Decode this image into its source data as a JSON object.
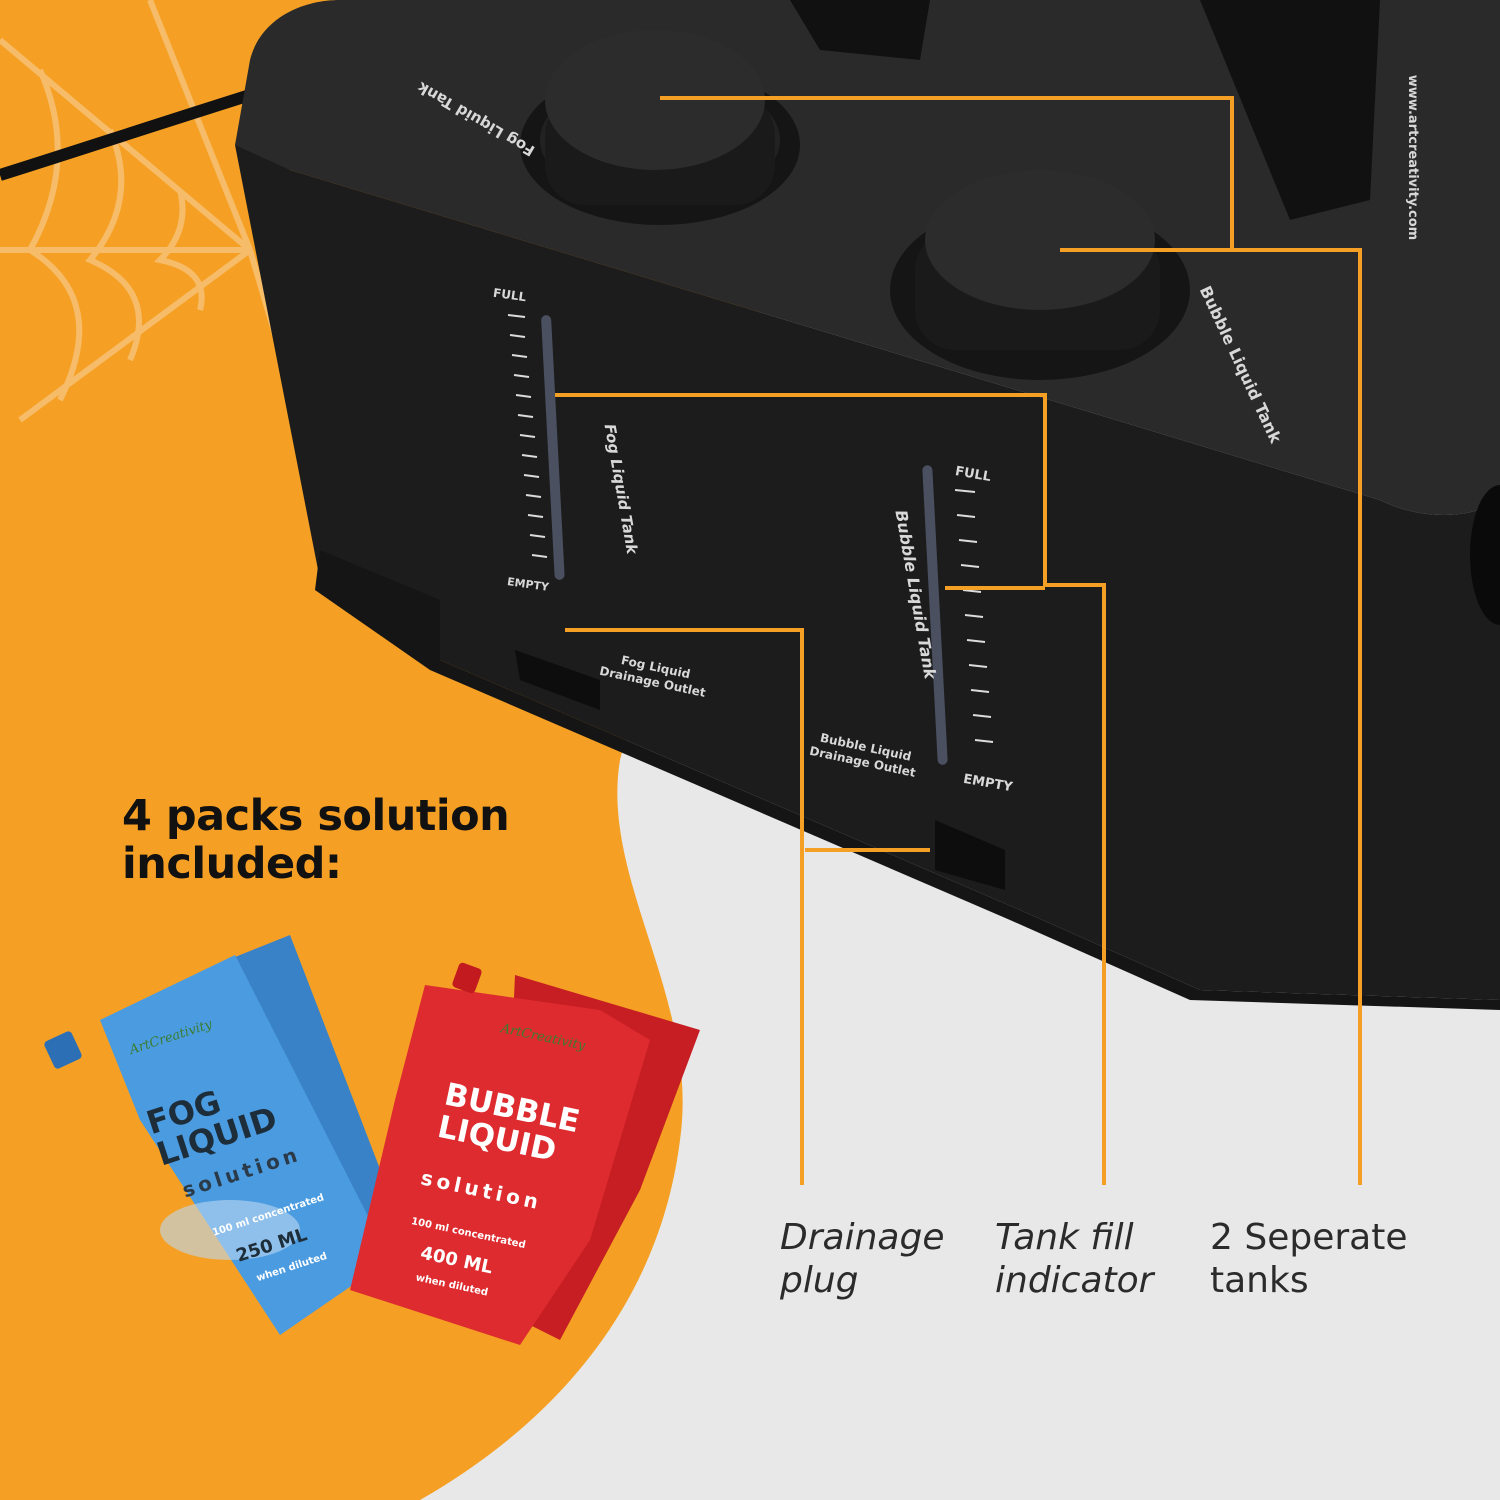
{
  "heading": "4 packs solution included:",
  "callouts": {
    "drainage": "Drainage plug",
    "tank_fill": "Tank fill indicator",
    "tanks": "2 Seperate tanks"
  },
  "machine_labels": {
    "fog_tank_top": "Fog Liquid Tank",
    "bubble_tank_top": "Bubble Liquid Tank",
    "fog_tank_side": "Fog Liquid Tank",
    "bubble_tank_side": "Bubble Liquid Tank",
    "full": "FULL",
    "empty": "EMPTY",
    "fog_drain": "Fog Liquid\nDrainage Outlet",
    "bubble_drain": "Bubble Liquid\nDrainage Outlet",
    "website": "www.artcreativity.com"
  },
  "packs": {
    "brand": "ArtCreativity",
    "fog": {
      "title": "FOG\nLIQUID",
      "subtitle": "solution",
      "concentrate": "100 ml concentrated",
      "volume": "250 ML",
      "diluted": "when diluted"
    },
    "bubble": {
      "title": "BUBBLE\nLIQUID",
      "subtitle": "solution",
      "concentrate": "100 ml concentrated",
      "volume": "400 ML",
      "diluted": "when diluted"
    }
  },
  "colors": {
    "orange": "#f5a024",
    "light_gray": "#e8e8e8",
    "machine_black": "#1e1e1e",
    "fog_blue": "#3f8ed6",
    "bubble_red": "#d8262a"
  }
}
